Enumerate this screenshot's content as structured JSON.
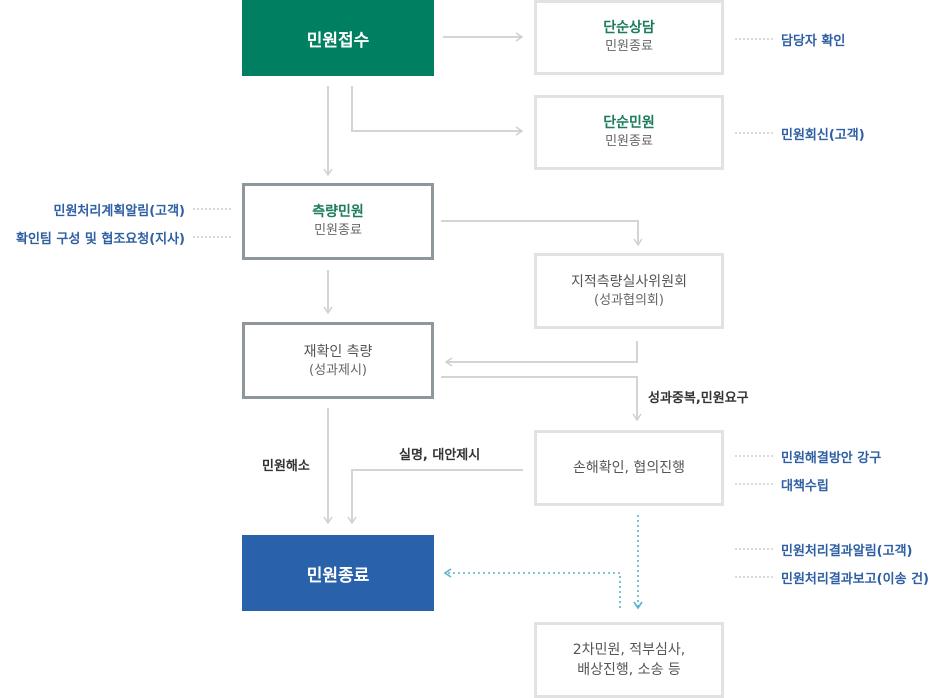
{
  "boxes": {
    "intake": "민원접수",
    "simple_consult": {
      "title": "단순상담",
      "sub": "민원종료"
    },
    "simple_complaint": {
      "title": "단순민원",
      "sub": "민원종료"
    },
    "survey_complaint": {
      "title": "측량민원",
      "sub": "민원종료"
    },
    "committee": {
      "title": "지적측량실사위원회",
      "sub": "(성과협의회)"
    },
    "resurvey": {
      "title": "재확인 측량",
      "sub": "(성과제시)"
    },
    "damage": "손해확인, 협의진행",
    "closed": "민원종료",
    "secondary": {
      "line1": "2차민원, 적부심사,",
      "line2": "배상진행, 소송 등"
    }
  },
  "notes": {
    "consult_note": "담당자 확인",
    "complaint_note": "민원회신(고객)",
    "plan_notice": "민원처리계획알림(고객)",
    "team_request": "확인팀 구성 및 협조요청(지사)",
    "remedy": "민원해결방안 강구",
    "measures": "대책수립",
    "result_notice": "민원처리결과알림(고객)",
    "result_report": "민원처리결과보고(이송 건)"
  },
  "labels": {
    "duplicate": "성과중복,민원요구",
    "resolved": "민원해소",
    "explain": "실명, 대안제시"
  }
}
